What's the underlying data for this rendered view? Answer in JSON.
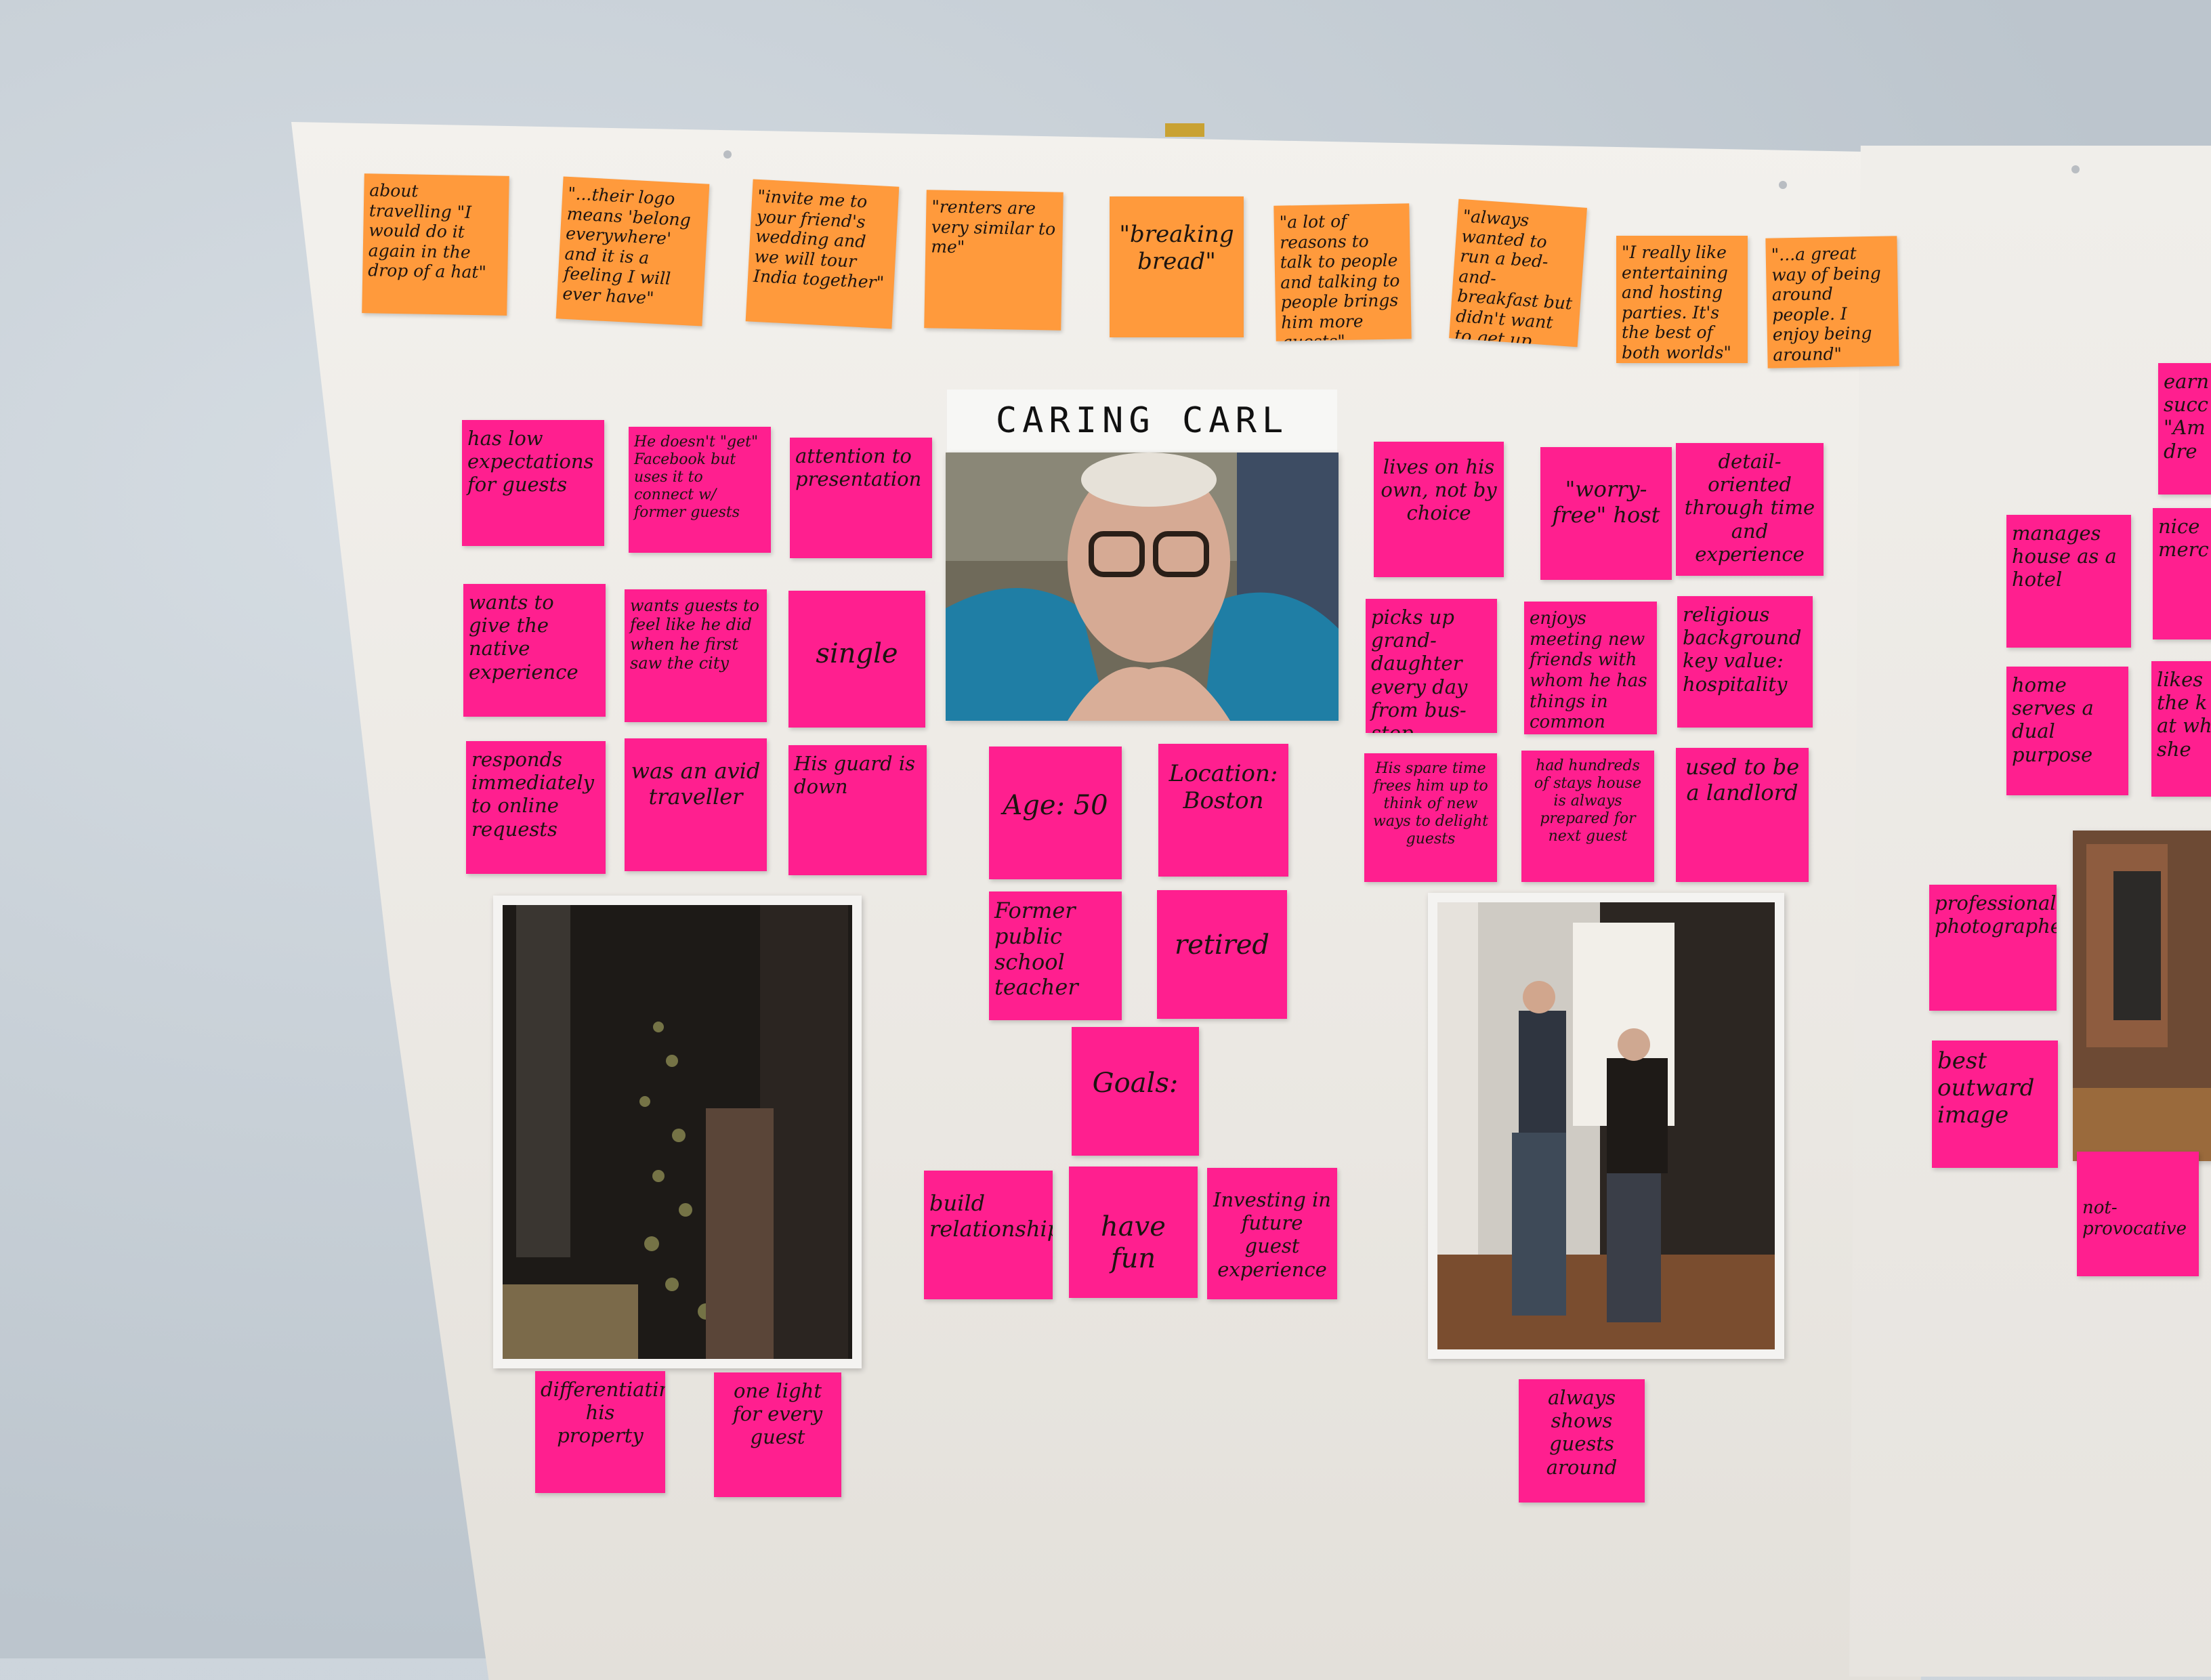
{
  "persona": {
    "title": "CARING CARL",
    "photo_label": "portrait of an elderly man with glasses",
    "age": "Age: 50",
    "location": "Location: Boston",
    "occupation": "Former public school teacher",
    "status": "retired",
    "goals_heading": "Goals:",
    "goals": [
      "build relationships",
      "have fun",
      "Investing in future guest experience"
    ]
  },
  "quotes": [
    "about travelling \"I would do it again in the drop of a hat\"",
    "\"...their logo means 'belong everywhere' and it is a feeling I will ever have\"",
    "\"invite me to your friend's wedding and we will tour India together\"",
    "\"renters are very similar to me\"",
    "\"breaking bread\"",
    "\"a lot of reasons to talk to people and talking to people brings him more guests\"",
    "\"always wanted to run a bed-and-breakfast but didn't want to get up early to make breakfast\"",
    "\"I really like entertaining and hosting parties. It's the best of both worlds\"",
    "\"...a great way of being around people. I enjoy being around\""
  ],
  "left_traits": [
    "has low expectations for guests",
    "He doesn't \"get\" Facebook but uses it to connect w/ former guests",
    "attention to presentation",
    "wants to give the native experience",
    "wants guests to feel like he did when he first saw the city",
    "single",
    "responds immediately to online requests",
    "was an avid traveller",
    "His guard is down"
  ],
  "right_traits": [
    "lives on his own, not by choice",
    "\"worry-free\" host",
    "detail-oriented through time and experience",
    "picks up grand-daughter every day from bus-stop",
    "enjoys meeting new friends with whom he has things in common",
    "religious background key value: hospitality",
    "His spare time frees him up to think of new ways to delight guests",
    "had hundreds of stays house is always prepared for next guest",
    "used to be a landlord"
  ],
  "bottom_notes": [
    "differentiating his property",
    "one light for every guest",
    "always shows guests around"
  ],
  "far_right_notes": [
    "earn succ \"Am dre",
    "manages house as a hotel",
    "nice merc",
    "home serves a dual purpose",
    "likes the k at wh she",
    "professional photographer",
    "best outward image",
    "not-provocative"
  ],
  "colors": {
    "orange_note": "#ff9a3c",
    "pink_note": "#ff1f8f",
    "paper": "#efede9",
    "wall": "#c6ced6"
  }
}
